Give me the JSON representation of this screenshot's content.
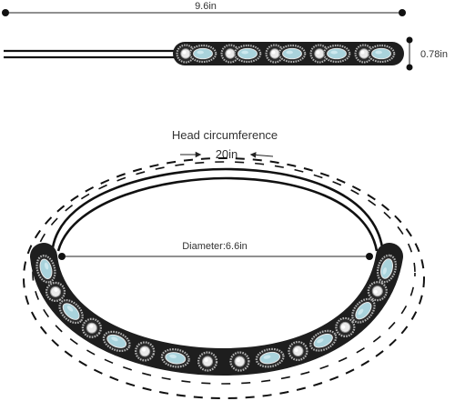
{
  "measurements": {
    "length": "9.6in",
    "width": "0.78in",
    "head_circumference_title": "Head circumference",
    "head_circumference_value": "20in",
    "diameter": "Diameter:6.6in"
  },
  "colors": {
    "stone": "#a9d3dc",
    "stone_light": "#d6eef2",
    "crystal_frame": "#b4b4b4",
    "base": "#1e1e1e",
    "elastic": "#111111",
    "dimension_line": "#222222"
  }
}
